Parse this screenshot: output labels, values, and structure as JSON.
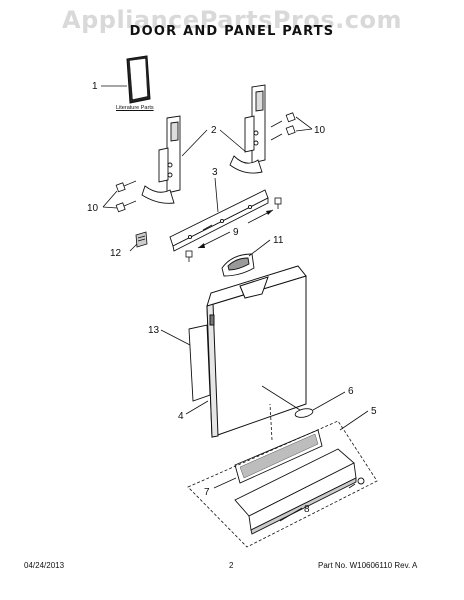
{
  "watermark": "AppliancePartsPros.com",
  "title": "DOOR AND PANEL PARTS",
  "literature_label": "Literature Parts",
  "callouts": {
    "c1": "1",
    "c2": "2",
    "c3": "3",
    "c4": "4",
    "c5": "5",
    "c6": "6",
    "c7": "7",
    "c8": "8",
    "c9": "9",
    "c10a": "10",
    "c10b": "10",
    "c11": "11",
    "c12": "12",
    "c13": "13"
  },
  "footer": {
    "date": "04/24/2013",
    "page": "2",
    "part_no": "Part No. W10606110  Rev. A"
  }
}
